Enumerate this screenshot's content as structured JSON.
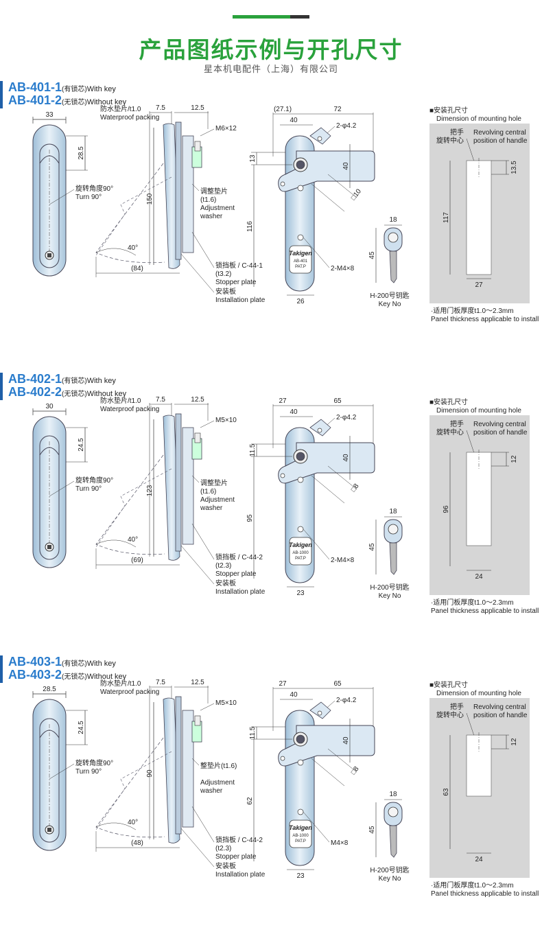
{
  "colors": {
    "green": "#2aa23c",
    "dark": "#333333",
    "blue": "#2a7ccc",
    "accent": "#1f5fa8",
    "gray": "#d8d8d8",
    "part": "#c9dcec"
  },
  "header": {
    "title": "产品图纸示例与开孔尺寸",
    "company": "星本机电配件（上海）有限公司"
  },
  "sections": [
    {
      "model1": "AB-401-1",
      "note1": "(有锁芯)",
      "en1": "With key",
      "model2": "AB-401-2",
      "note2": "(无锁芯)",
      "en2": "Without key",
      "front": {
        "width": "33",
        "dim": "28.5",
        "rot_cn": "旋转角度90°",
        "rot_en": "Turn 90°"
      },
      "side": {
        "d1": "7.5",
        "d2": "12.5",
        "packing_cn": "防水垫片/t1.0",
        "packing_en": "Waterproof packing",
        "screw": "M6×12",
        "height": "150",
        "angle": "40°",
        "reach": "(84)",
        "washer_cn": "调整垫片",
        "washer_t": "(t1.6)",
        "washer_en1": "Adjustment",
        "washer_en2": "washer",
        "stopper_cn": "锁挡板 / C-44-1",
        "stopper_t": "(t3.2)",
        "stopper_en": "Stopper plate",
        "install_cn": "安装板",
        "install_en": "Installation plate"
      },
      "rear": {
        "w1": "(27.1)",
        "w2": "72",
        "w3": "40",
        "holes": "2-φ4.2",
        "h1": "13",
        "h2": "40",
        "sq": "□10",
        "height": "116",
        "screws": "2-M4×8",
        "bottom": "26",
        "brand": "Takigen",
        "code": "AB-401",
        "pat": "PAT.P"
      },
      "key": {
        "w": "18",
        "h": "45",
        "label_cn": "H-200号钥匙",
        "label_en": "Key No"
      },
      "hole": {
        "title_cn": "■安装孔尺寸",
        "title_en": "Dimension of mounting hole",
        "center_cn1": "把手",
        "center_cn2": "旋转中心",
        "center_en1": "Revolving central",
        "center_en2": "position of handle",
        "top": "13.5",
        "height": "117",
        "width": "27",
        "thick_cn": "·适用门板厚度t1.0～2.3mm",
        "thick_en": "Panel thickness applicable to install"
      }
    },
    {
      "model1": "AB-402-1",
      "note1": "(有锁芯)",
      "en1": "With key",
      "model2": "AB-402-2",
      "note2": "(无锁芯)",
      "en2": "Without key",
      "front": {
        "width": "30",
        "dim": "24.5",
        "rot_cn": "旋转角度90°",
        "rot_en": "Turn 90°"
      },
      "side": {
        "d1": "7.5",
        "d2": "12.5",
        "packing_cn": "防水垫片/t1.0",
        "packing_en": "Waterproof packing",
        "screw": "M5×10",
        "height": "123",
        "angle": "40°",
        "reach": "(69)",
        "washer_cn": "调整垫片",
        "washer_t": "(t1.6)",
        "washer_en1": "Adjustment",
        "washer_en2": "washer",
        "stopper_cn": "锁挡板 / C-44-2",
        "stopper_t": "(t2.3)",
        "stopper_en": "Stopper plate",
        "install_cn": "安装板",
        "install_en": "Installation plate"
      },
      "rear": {
        "w1": "27",
        "w2": "65",
        "w3": "40",
        "holes": "2-φ4.2",
        "h1": "11.5",
        "h2": "40",
        "sq": "□8",
        "height": "95",
        "screws": "2-M4×8",
        "bottom": "23",
        "brand": "Takigen",
        "code": "AB-1000",
        "pat": "PAT.P"
      },
      "key": {
        "w": "18",
        "h": "45",
        "label_cn": "H-200号钥匙",
        "label_en": "Key No"
      },
      "hole": {
        "title_cn": "■安装孔尺寸",
        "title_en": "Dimension of mounting hole",
        "center_cn1": "把手",
        "center_cn2": "旋转中心",
        "center_en1": "Revolving central",
        "center_en2": "position of handle",
        "top": "12",
        "height": "96",
        "width": "24",
        "thick_cn": "·适用门板厚度t1.0～2.3mm",
        "thick_en": "Panel thickness applicable to install"
      }
    },
    {
      "model1": "AB-403-1",
      "note1": "(有锁芯)",
      "en1": "With key",
      "model2": "AB-403-2",
      "note2": "(无锁芯)",
      "en2": "Without key",
      "front": {
        "width": "28.5",
        "dim": "24.5",
        "rot_cn": "旋转角度90°",
        "rot_en": "Turn 90°"
      },
      "side": {
        "d1": "7.5",
        "d2": "12.5",
        "packing_cn": "防水垫片/t1.0",
        "packing_en": "Waterproof packing",
        "screw": "M5×10",
        "height": "90",
        "angle": "40°",
        "reach": "(48)",
        "washer_cn": "整垫片(t1.6)",
        "washer_t": "",
        "washer_en1": "Adjustment",
        "washer_en2": "washer",
        "stopper_cn": "锁挡板 / C-44-2",
        "stopper_t": "(t2.3)",
        "stopper_en": "Stopper plate",
        "install_cn": "安装板",
        "install_en": "Installation plate"
      },
      "rear": {
        "w1": "27",
        "w2": "65",
        "w3": "40",
        "holes": "2-φ4.2",
        "h1": "11.5",
        "h2": "40",
        "sq": "□8",
        "height": "62",
        "screws": "M4×8",
        "bottom": "23",
        "brand": "Takigen",
        "code": "AB-1000",
        "pat": "PAT.P"
      },
      "key": {
        "w": "18",
        "h": "45",
        "label_cn": "H-200号钥匙",
        "label_en": "Key No"
      },
      "hole": {
        "title_cn": "■安装孔尺寸",
        "title_en": "Dimension of mounting hole",
        "center_cn1": "把手",
        "center_cn2": "旋转中心",
        "center_en1": "Revolving central",
        "center_en2": "position of handle",
        "top": "12",
        "height": "63",
        "width": "24",
        "thick_cn": "·适用门板厚度t1.0～2.3mm",
        "thick_en": "Panel thickness applicable to install"
      }
    }
  ]
}
